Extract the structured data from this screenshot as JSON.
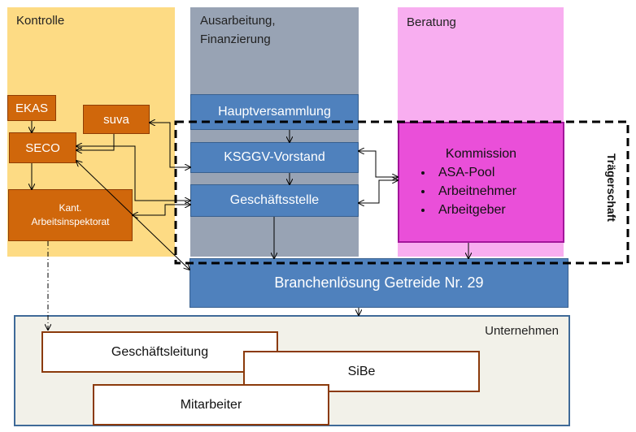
{
  "lanes": {
    "kontrolle": "Kontrolle",
    "ausarbeitung_line1": "Ausarbeitung,",
    "ausarbeitung_line2": "Finanzierung",
    "beratung": "Beratung"
  },
  "kontrolle_boxes": {
    "ekas": "EKAS",
    "suva": "suva",
    "seco": "SECO",
    "kant_line1": "Kant.",
    "kant_line2": "Arbeitsinspektorat"
  },
  "ausarbeitung_boxes": {
    "hauptversammlung": "Hauptversammlung",
    "vorstand": "KSGGV-Vorstand",
    "geschaeftsstelle": "Geschäftsstelle"
  },
  "kommission": {
    "title": "Kommission",
    "items": [
      "ASA-Pool",
      "Arbeitnehmer",
      "Arbeitgeber"
    ]
  },
  "traegerschaft": "Trägerschaft",
  "branchenloesung": "Branchenlösung Getreide Nr. 29",
  "unternehmen": {
    "label": "Unternehmen",
    "geschaeftsleitung": "Geschäftsleitung",
    "sibe": "SiBe",
    "mitarbeiter": "Mitarbeiter"
  },
  "colors": {
    "kontrolle_lane": "#fddb84",
    "ausarbeitung_lane": "#98a3b4",
    "beratung_lane": "#f8aef0",
    "orange_box": "#d0670b",
    "blue_box": "#4f81bd",
    "kommission_box": "#ea4fd9",
    "unternehmen_bg": "#f2f1e9"
  }
}
